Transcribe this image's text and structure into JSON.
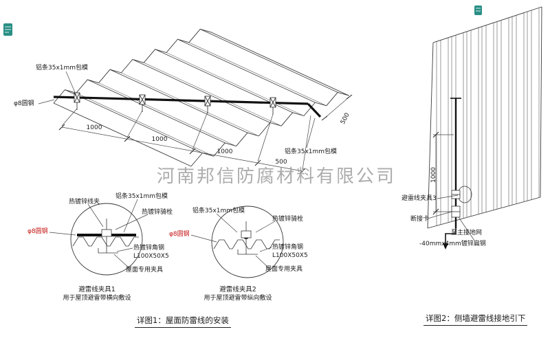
{
  "watermark": "河南邦信防腐材料有限公司",
  "figure1": {
    "caption": "详图1：屋面防雷线的安装",
    "roof": {
      "strip_label_top": "铝条35x1mm包模",
      "strip_label_right": "铝条35x1mm包模",
      "rod_label": "φ8圆钢",
      "dim_1": "1000",
      "dim_2": "1000",
      "dim_3": "1000",
      "dim_4": "500",
      "dim_right": "500"
    },
    "detail1": {
      "title": "避雷线夹具1",
      "subtitle": "用于屋顶避雷带横向敷设",
      "labels": {
        "wire_clip": "热镀锌线夹",
        "strip": "铝条35x1mm包模",
        "saddle_bolt": "热镀锌骑栓",
        "rod": "φ8圆钢",
        "angle_steel": "热镀锌角钢",
        "angle_spec": "L100X50X5",
        "roof_fixture": "屋面专用夹具"
      }
    },
    "detail2": {
      "title": "避雷线夹具2",
      "subtitle": "用于屋顶避雷带纵向敷设",
      "labels": {
        "strip": "铝条35x1mm包模",
        "saddle_bolt": "热镀锌骑栓",
        "rod": "φ8圆钢",
        "angle_steel": "热镀锌角钢",
        "angle_spec": "L100X50X5",
        "roof_fixture": "屋面专用夹具"
      }
    }
  },
  "figure2": {
    "caption": "详图2：侧墙避雷线接地引下",
    "dim_vertical": "1000",
    "labels": {
      "clamp3": "避雷线夹具3",
      "disconnect": "断接卡",
      "to_ground": "至主接地网",
      "flat_steel": "-40mmx4mm镀锌扁钢"
    }
  }
}
